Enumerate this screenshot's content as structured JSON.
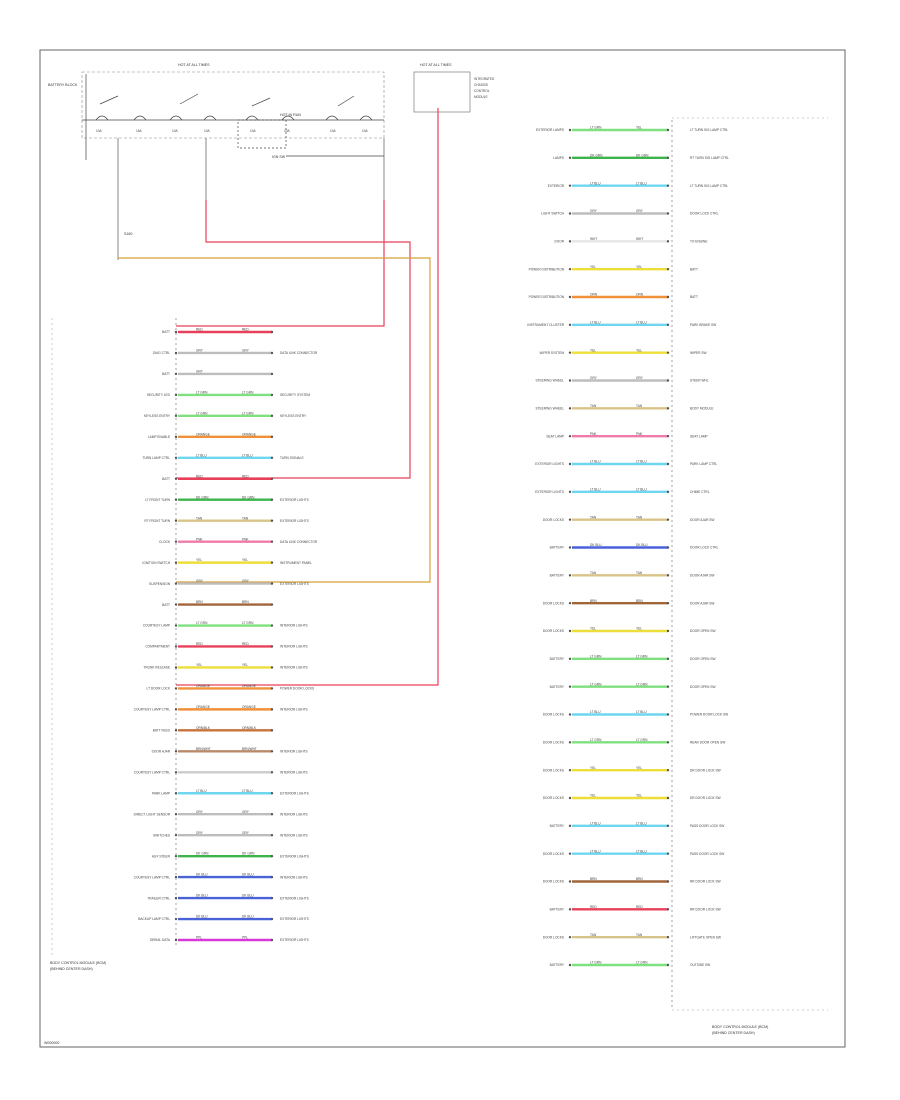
{
  "diagram": {
    "footer_code": "W000000",
    "top_labels": {
      "left_fuse_title": "HOT AT ALL TIMES",
      "battery_label": "BATTERY BLOCK",
      "center_title": "HOT IN RUN",
      "ign_label": "IGN SW",
      "right_box_title": "HOT AT ALL TIMES",
      "right_box_text": [
        "INTEGRATED",
        "CHASSIS",
        "CONTROL",
        "MODULE"
      ],
      "fuse_labels": [
        "10A",
        "15A",
        "10A",
        "10A",
        "10A",
        "10A",
        "10A",
        "10A"
      ],
      "splice_label": "S160"
    },
    "left_module_label": [
      "BODY CONTROL MODULE (BCM)",
      "(BEHIND CENTER DASH)"
    ],
    "right_module_label": [
      "BODY CONTROL MODULE (BCM)",
      "(BEHIND CENTER DASH)"
    ],
    "left_pins": [
      {
        "label": "BATT",
        "wires": [
          "RED",
          "RED"
        ],
        "dest": ""
      },
      {
        "label": "DIAG CTRL",
        "wires": [
          "GRY",
          "GRY"
        ],
        "dest": "DATA LINK CONNECTOR"
      },
      {
        "label": "BATT",
        "wires": [
          "GRY",
          ""
        ],
        "dest": ""
      },
      {
        "label": "SECURITY LED",
        "wires": [
          "LT GRN",
          "LT GRN"
        ],
        "dest": "SECURITY SYSTEM"
      },
      {
        "label": "KEYLESS ENTRY",
        "wires": [
          "LT GRN",
          "LT GRN"
        ],
        "dest": "KEYLESS ENTRY"
      },
      {
        "label": "LAMP ENABLE",
        "wires": [
          "ORANGE",
          "ORANGE"
        ],
        "dest": ""
      },
      {
        "label": "TURN LAMP CTRL",
        "wires": [
          "LT BLU",
          "LT BLU"
        ],
        "dest": "TURN SIGNALS"
      },
      {
        "label": "BATT",
        "wires": [
          "RED",
          "RED"
        ],
        "dest": ""
      },
      {
        "label": "LT FRONT TURN",
        "wires": [
          "DK GRN",
          "DK GRN"
        ],
        "dest": "EXTERIOR LIGHTS"
      },
      {
        "label": "RT FRONT TURN",
        "wires": [
          "TAN",
          "TAN"
        ],
        "dest": "EXTERIOR LIGHTS"
      },
      {
        "label": "CLOCK",
        "wires": [
          "PNK",
          "PNK"
        ],
        "dest": "DATA LINK CONNECTOR"
      },
      {
        "label": "IGNITION SWITCH",
        "wires": [
          "YEL",
          "YEL"
        ],
        "dest": "INSTRUMENT PANEL"
      },
      {
        "label": "SUSPENSION",
        "wires": [
          "GRY",
          "GRY"
        ],
        "dest": "EXTERIOR LIGHTS"
      },
      {
        "label": "BATT",
        "wires": [
          "BRN",
          "BRN"
        ],
        "dest": ""
      },
      {
        "label": "COURTESY LAMP",
        "wires": [
          "LT GRN",
          "LT GRN"
        ],
        "dest": "INTERIOR LIGHTS"
      },
      {
        "label": "COMPARTMENT",
        "wires": [
          "RED",
          "RED"
        ],
        "dest": "INTERIOR LIGHTS"
      },
      {
        "label": "TRUNK RELEASE",
        "wires": [
          "YEL",
          "YEL"
        ],
        "dest": "INTERIOR LIGHTS"
      },
      {
        "label": "LT DOOR LOCK",
        "wires": [
          "ORANGE",
          "ORANGE"
        ],
        "dest": "POWER DOOR LOCKS"
      },
      {
        "label": "COURTESY LAMP CTRL",
        "wires": [
          "ORANGE",
          "ORANGE"
        ],
        "dest": "INTERIOR LIGHTS"
      },
      {
        "label": "BATT FEED",
        "wires": [
          "ORN/BLK",
          "ORN/BLK"
        ],
        "dest": ""
      },
      {
        "label": "DOOR AJAR",
        "wires": [
          "BRN/WHT",
          "BRN/WHT"
        ],
        "dest": "INTERIOR LIGHTS"
      },
      {
        "label": "COURTESY LAMP CTRL",
        "wires": [
          "",
          ""
        ],
        "dest": "INTERIOR LIGHTS"
      },
      {
        "label": "PARK LAMP",
        "wires": [
          "LT BLU",
          "LT BLU"
        ],
        "dest": "EXTERIOR LIGHTS"
      },
      {
        "label": "DIRECT LIGHT SENSOR",
        "wires": [
          "GRY",
          "GRY"
        ],
        "dest": "INTERIOR LIGHTS"
      },
      {
        "label": "SWITCHES",
        "wires": [
          "GRY",
          "GRY"
        ],
        "dest": "INTERIOR LIGHTS"
      },
      {
        "label": "AUX STEER",
        "wires": [
          "DK GRN",
          "DK GRN"
        ],
        "dest": "EXTERIOR LIGHTS"
      },
      {
        "label": "COURTESY LAMP CTRL",
        "wires": [
          "DK BLU",
          "DK BLU"
        ],
        "dest": "INTERIOR LIGHTS"
      },
      {
        "label": "TRAILER CTRL",
        "wires": [
          "DK BLU",
          "DK BLU"
        ],
        "dest": "EXTERIOR LIGHTS"
      },
      {
        "label": "BACKUP LAMP CTRL",
        "wires": [
          "DK BLU",
          "DK BLU"
        ],
        "dest": "EXTERIOR LIGHTS"
      },
      {
        "label": "SERIAL DATA",
        "wires": [
          "PPL",
          "PPL"
        ],
        "dest": "EXTERIOR LIGHTS"
      }
    ],
    "right_pins": [
      {
        "label": "EXTERIOR LAMPS",
        "wires": [
          "LT GRN",
          "YEL"
        ],
        "dest": "LT TURN SIG LAMP CTRL"
      },
      {
        "label": "LAMPS",
        "wires": [
          "DK GRN",
          "DK GRN"
        ],
        "dest": "RT TURN SIG LAMP CTRL"
      },
      {
        "label": "EXTERIOR",
        "wires": [
          "LT BLU",
          "LT BLU"
        ],
        "dest": "LT TURN SIG LAMP CTRL"
      },
      {
        "label": "LIGHT SWITCH",
        "wires": [
          "GRY",
          "GRY"
        ],
        "dest": "DOOR LOCK CTRL"
      },
      {
        "label": "DOOR",
        "wires": [
          "WHT",
          "WHT"
        ],
        "dest": "TO ENGINE"
      },
      {
        "label": "POWER DISTRIBUTION",
        "wires": [
          "YEL",
          "YEL"
        ],
        "dest": "BATT"
      },
      {
        "label": "POWER DISTRIBUTION",
        "wires": [
          "ORN",
          "ORN"
        ],
        "dest": "BATT"
      },
      {
        "label": "INSTRUMENT CLUSTER",
        "wires": [
          "LT BLU",
          "LT BLU"
        ],
        "dest": "PARK BRAKE SW"
      },
      {
        "label": "WIPER SYSTEM",
        "wires": [
          "YEL",
          "YEL"
        ],
        "dest": "WIPER SW"
      },
      {
        "label": "STEERING WHEEL",
        "wires": [
          "GRY",
          "GRY"
        ],
        "dest": "STEER WHL"
      },
      {
        "label": "STEERING WHEEL",
        "wires": [
          "TAN",
          "TAN"
        ],
        "dest": "BODY MODULE"
      },
      {
        "label": "SEAT LAMP",
        "wires": [
          "PNK",
          "PNK"
        ],
        "dest": "SEAT LAMP"
      },
      {
        "label": "EXTERIOR LIGHTS",
        "wires": [
          "LT BLU",
          "LT BLU"
        ],
        "dest": "PARK LAMP CTRL"
      },
      {
        "label": "EXTERIOR LIGHTS",
        "wires": [
          "LT BLU",
          "LT BLU"
        ],
        "dest": "CHIME CTRL"
      },
      {
        "label": "DOOR LOCKS",
        "wires": [
          "TAN",
          "TAN"
        ],
        "dest": "DOOR AJAR SW"
      },
      {
        "label": "BATTERY",
        "wires": [
          "DK BLU",
          "DK BLU"
        ],
        "dest": "DOOR LOCK CTRL"
      },
      {
        "label": "BATTERY",
        "wires": [
          "TAN",
          "TAN"
        ],
        "dest": "DOOR AJAR SW"
      },
      {
        "label": "DOOR LOCKS",
        "wires": [
          "BRN",
          "BRN"
        ],
        "dest": "DOOR AJAR SW"
      },
      {
        "label": "DOOR LOCKS",
        "wires": [
          "YEL",
          "YEL"
        ],
        "dest": "DOOR OPEN SW"
      },
      {
        "label": "BATTERY",
        "wires": [
          "LT GRN",
          "LT GRN"
        ],
        "dest": "DOOR OPEN SW"
      },
      {
        "label": "BATTERY",
        "wires": [
          "LT GRN",
          "LT GRN"
        ],
        "dest": "DOOR OPEN SW"
      },
      {
        "label": "DOOR LOCKS",
        "wires": [
          "LT BLU",
          "LT BLU"
        ],
        "dest": "POWER DOOR LOCK SW"
      },
      {
        "label": "DOOR LOCKS",
        "wires": [
          "LT GRN",
          "LT GRN"
        ],
        "dest": "REAR DOOR OPEN SW"
      },
      {
        "label": "DOOR LOCKS",
        "wires": [
          "YEL",
          "YEL"
        ],
        "dest": "DR DOOR LOCK SW"
      },
      {
        "label": "DOOR LOCKS",
        "wires": [
          "YEL",
          "YEL"
        ],
        "dest": "DR DOOR LOCK SW"
      },
      {
        "label": "BATTERY",
        "wires": [
          "LT BLU",
          "LT BLU"
        ],
        "dest": "PASS DOOR LOCK SW"
      },
      {
        "label": "DOOR LOCKS",
        "wires": [
          "LT BLU",
          "LT BLU"
        ],
        "dest": "PASS DOOR LOCK SW"
      },
      {
        "label": "DOOR LOCKS",
        "wires": [
          "BRN",
          "BRN"
        ],
        "dest": "RR DOOR LOCK SW"
      },
      {
        "label": "BATTERY",
        "wires": [
          "RED",
          "RED"
        ],
        "dest": "RR DOOR LOCK SW"
      },
      {
        "label": "DOOR LOCKS",
        "wires": [
          "TAN",
          "TAN"
        ],
        "dest": "LIFTGATE OPEN SW"
      },
      {
        "label": "BATTERY",
        "wires": [
          "LT GRN",
          "LT GRN"
        ],
        "dest": "OUTSIDE SW"
      }
    ],
    "colors": {
      "RED": "#e8405a",
      "GRY": "#bdbdbd",
      "LT GRN": "#7fe07f",
      "DK GRN": "#3cb44b",
      "ORANGE": "#f0913a",
      "ORN": "#f0913a",
      "ORN/BLK": "#c8723a",
      "LT BLU": "#6fd6f0",
      "DK BLU": "#4a62d8",
      "YEL": "#eede3a",
      "TAN": "#d8c48a",
      "PNK": "#f07aa8",
      "BRN": "#a0663a",
      "BRN/WHT": "#b88a6a",
      "PPL": "#d838d8",
      "WHT": "#e6e6e6"
    }
  }
}
